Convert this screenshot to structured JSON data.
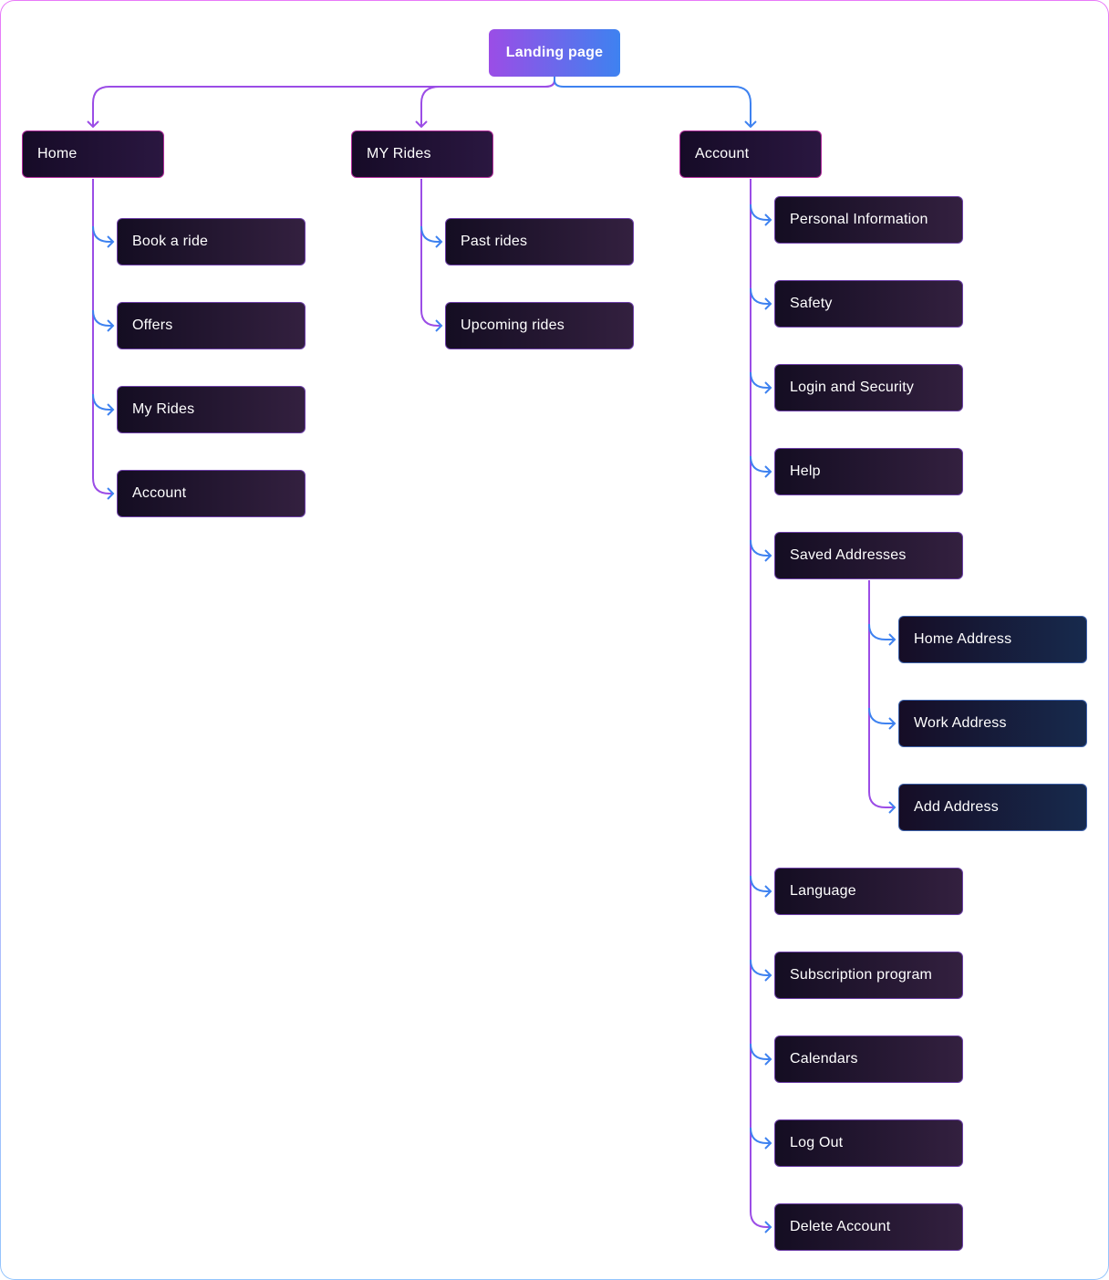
{
  "colors": {
    "purple": "#9b4de6",
    "blue": "#3e82f0",
    "node_dark": "#160b27"
  },
  "root": {
    "label": "Landing page"
  },
  "sections": {
    "home": {
      "label": "Home",
      "items": [
        "Book a ride",
        "Offers",
        "My Rides",
        "Account"
      ]
    },
    "my_rides": {
      "label": "MY Rides",
      "items": [
        "Past rides",
        "Upcoming rides"
      ]
    },
    "account": {
      "label": "Account",
      "items": [
        "Personal Information",
        "Safety",
        "Login and Security",
        "Help",
        "Saved Addresses",
        "Language",
        "Subscription program",
        "Calendars",
        "Log Out",
        "Delete Account"
      ],
      "saved_addresses": [
        "Home Address",
        "Work Address",
        "Add Address"
      ]
    }
  }
}
